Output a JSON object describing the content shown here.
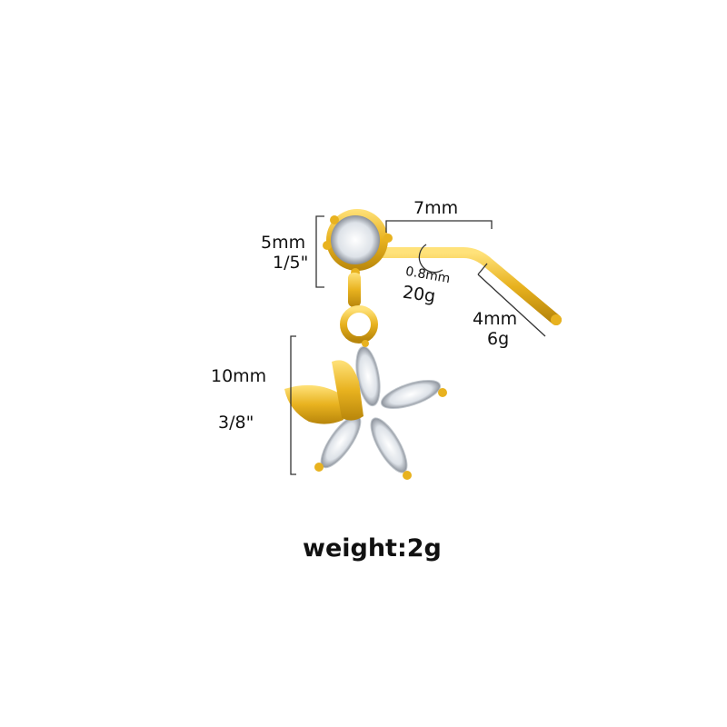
{
  "product": {
    "type": "L-shaped nose stud with dangling butterfly flower charm",
    "colors": {
      "gold": "#e8b21f",
      "gold_dark": "#b8860b",
      "gem": "#e9edf1",
      "line": "#333333"
    }
  },
  "dimensions": {
    "top_height_mm": "5mm",
    "top_height_in": "1/5\"",
    "bar_length": "7mm",
    "thickness_mm": "0.8mm",
    "thickness_gauge": "20g",
    "end_length": "4mm",
    "end_gauge": "6g",
    "charm_height_mm": "10mm",
    "charm_height_in": "3/8\""
  },
  "footer": {
    "weight": "weight:2g"
  }
}
